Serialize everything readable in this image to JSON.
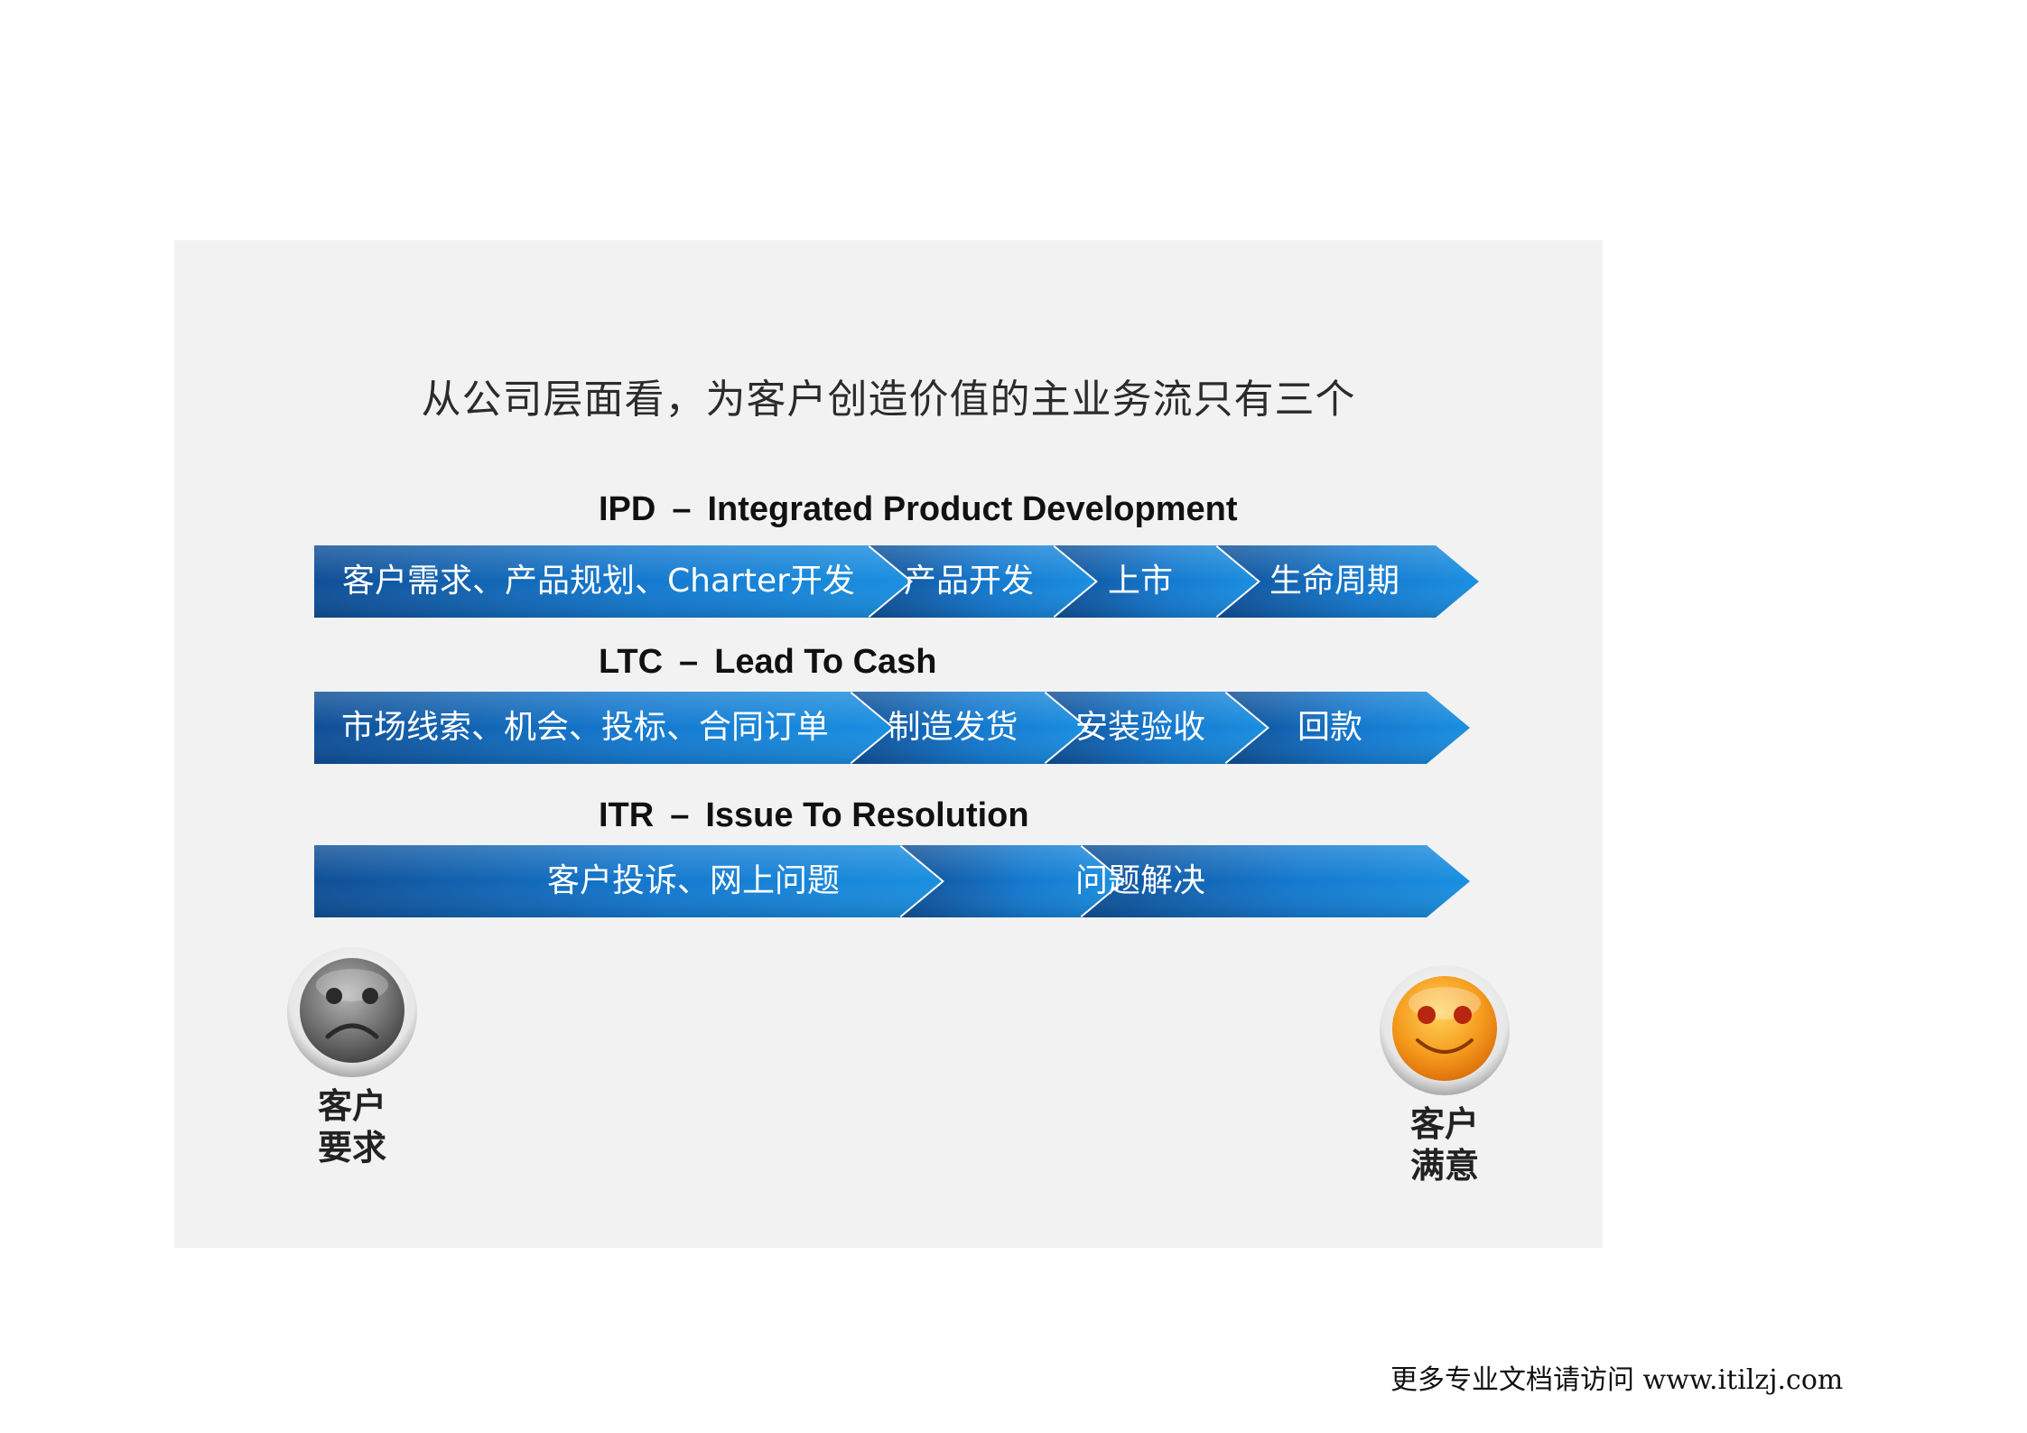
{
  "slide_title": "从公司层面看，为客户创造价值的主业务流只有三个",
  "processes": [
    {
      "abbr": "IPD",
      "name": "Integrated Product Development",
      "stages": [
        "客户需求、产品规划、Charter开发",
        "产品开发",
        "上市",
        "生命周期"
      ]
    },
    {
      "abbr": "LTC",
      "name": "Lead To Cash",
      "stages": [
        "市场线索、机会、投标、合同订单",
        "制造发货",
        "安装验收",
        "回款"
      ]
    },
    {
      "abbr": "ITR",
      "name": "Issue To Resolution",
      "stages": [
        "客户投诉、网上问题",
        "问题解决"
      ]
    }
  ],
  "start": {
    "icon": "sad-face-icon",
    "caption_line1": "客户",
    "caption_line2": "要求"
  },
  "end": {
    "icon": "smiley-face-icon",
    "caption_line1": "客户",
    "caption_line2": "满意"
  },
  "dash": "–",
  "footer_text": "更多专业文档请访问 www.itilzj.com",
  "colors": {
    "arrow_dark": "#0f4f96",
    "arrow_light": "#1a8fe0",
    "slide_bg": "#f2f2f2"
  }
}
